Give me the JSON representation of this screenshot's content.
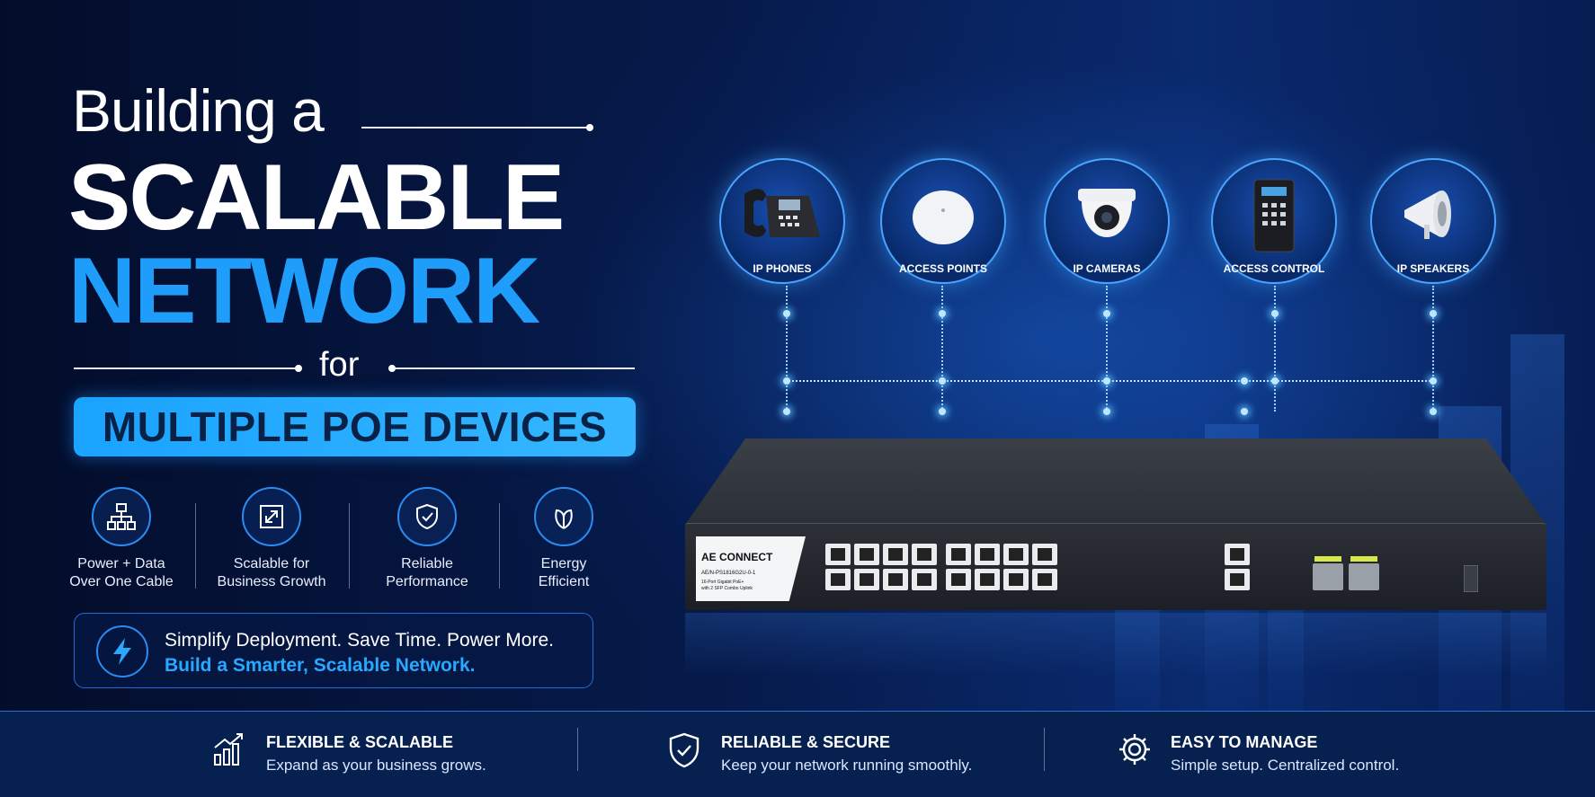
{
  "headline": {
    "line1": "Building a",
    "line2": "SCALABLE",
    "line3": "NETWORK",
    "line4": "for",
    "pill": "MULTIPLE POE DEVICES"
  },
  "features": [
    {
      "icon": "network-hierarchy-icon",
      "line1": "Power + Data",
      "line2": "Over One Cable"
    },
    {
      "icon": "expand-arrows-icon",
      "line1": "Scalable for",
      "line2": "Business Growth"
    },
    {
      "icon": "shield-check-icon",
      "line1": "Reliable",
      "line2": "Performance"
    },
    {
      "icon": "leaf-icon",
      "line1": "Energy",
      "line2": "Efficient"
    }
  ],
  "promo": {
    "icon": "lightning-bolt-icon",
    "line1": "Simplify Deployment. Save Time. Power More.",
    "line2": "Build a Smarter, Scalable Network."
  },
  "devices": [
    {
      "label": "IP PHONES",
      "icon": "ip-phone-icon"
    },
    {
      "label": "ACCESS POINTS",
      "icon": "access-point-icon"
    },
    {
      "label": "IP CAMERAS",
      "icon": "dome-camera-icon"
    },
    {
      "label": "ACCESS CONTROL",
      "icon": "keypad-icon"
    },
    {
      "label": "IP SPEAKERS",
      "icon": "horn-speaker-icon"
    }
  ],
  "switch": {
    "brand": "AE CONNECT",
    "model": "AE/N-PS1816G2U-0-1",
    "spec1": "16-Port Gigabit PoE+",
    "spec2": "with 2 SFP Combo Uplink"
  },
  "footer": [
    {
      "icon": "bar-chart-growth-icon",
      "title": "FLEXIBLE & SCALABLE",
      "desc": "Expand as your business grows."
    },
    {
      "icon": "shield-check-icon",
      "title": "RELIABLE & SECURE",
      "desc": "Keep your network running smoothly."
    },
    {
      "icon": "gear-icon",
      "title": "EASY TO MANAGE",
      "desc": "Simple setup. Centralized control."
    }
  ],
  "colors": {
    "accent": "#1f9dfb",
    "background": "#041233",
    "pill": "#1aa3ff"
  }
}
